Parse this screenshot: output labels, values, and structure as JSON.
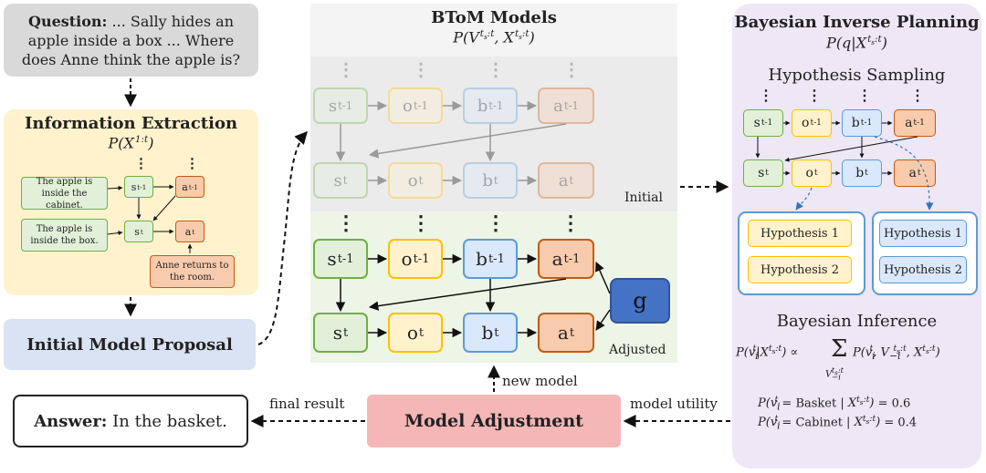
{
  "question": {
    "label": "Question:",
    "text": " ... Sally hides an apple inside a box ... Where does Anne think the apple is?"
  },
  "extraction": {
    "title": "Information Extraction",
    "formula": "P(X",
    "formula_sup": "1:t",
    "formula_end": ")",
    "note1": "The apple is inside the cabinet.",
    "note2": "The apple is inside the box.",
    "note3": "Anne returns to the room."
  },
  "initial_proposal": "Initial Model Proposal",
  "answer": {
    "label": "Answer:",
    "text": " In the basket."
  },
  "btom": {
    "title": "BToM Models",
    "formula": "P(V^{t_s:t}, X^{t_s:t})",
    "initial_label": "Initial",
    "adjusted_label": "Adjusted",
    "g": "g"
  },
  "nodes": {
    "s": "s",
    "o": "o",
    "b": "b",
    "a": "a",
    "prev": "t-1",
    "cur": "t",
    "dots": "⋮"
  },
  "edge_labels": {
    "final_result": "final result",
    "new_model": "new model",
    "model_utility": "model utility"
  },
  "model_adjustment": "Model Adjustment",
  "bip": {
    "title": "Bayesian Inverse Planning",
    "formula": "P(q|X^{t_s:t})",
    "sampling": "Hypothesis Sampling",
    "hyp1": "Hypothesis 1",
    "hyp2": "Hypothesis 2",
    "inference": "Bayesian Inference",
    "eq_main": "P(v_i^t | X^{t_s:t}) ∝ Σ P(v_i^t, V_{-i}^{t_s:t}, X^{t_s:t})",
    "eq_sum_sub": "V_{-i}^{t_s:t}",
    "eq1": "P(v_i^t = Basket | X^{t_s:t}) = 0.6",
    "eq2": "P(v_i^t = Cabinet | X^{t_s:t}) = 0.4"
  },
  "colors": {
    "s_fill": "#e2f0d9",
    "s_border": "#70ad47",
    "o_fill": "#fff2cc",
    "o_border": "#ffc000",
    "b_fill": "#dae8fc",
    "b_border": "#5b9bd5",
    "a_fill": "#f8cbad",
    "a_border": "#c55a11",
    "g_fill": "#4472c4",
    "extraction_bg": "#fff2cc",
    "proposal_bg": "#dae3f3",
    "adjust_bg": "#f4b6b6",
    "bip_bg": "#ede7f6",
    "btom_initial_bg": "#ebebeb",
    "btom_adjusted_bg": "#edf5e6",
    "question_bg": "#d9d9d9"
  }
}
